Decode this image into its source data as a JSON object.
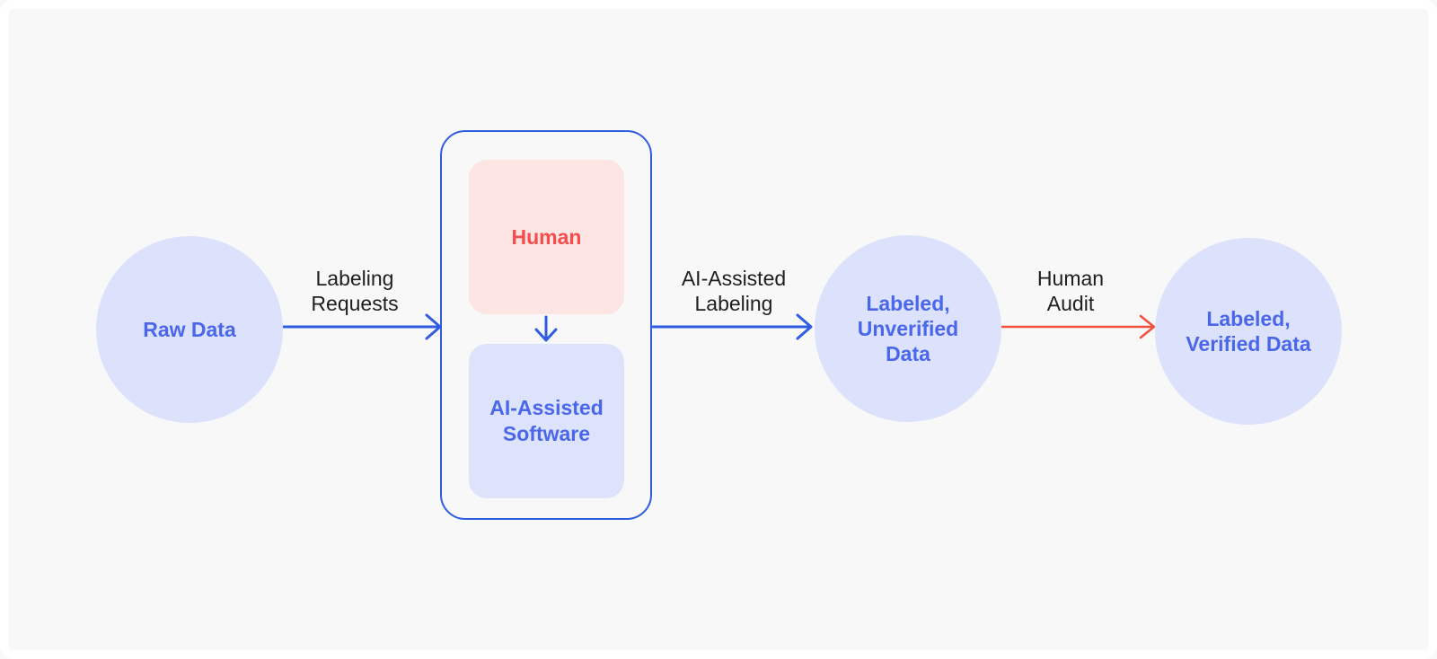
{
  "diagram": {
    "nodes": {
      "raw_data": {
        "label": "Raw Data"
      },
      "human": {
        "label": "Human"
      },
      "ai_software": {
        "label": [
          "AI-Assisted",
          "Software"
        ]
      },
      "labeled_unverified": {
        "label": [
          "Labeled,",
          "Unverified",
          "Data"
        ]
      },
      "labeled_verified": {
        "label": [
          "Labeled,",
          "Verified Data"
        ]
      }
    },
    "edges": {
      "labeling_requests": {
        "label": [
          "Labeling",
          "Requests"
        ]
      },
      "ai_assisted_labeling": {
        "label": [
          "AI-Assisted",
          "Labeling"
        ]
      },
      "human_audit": {
        "label": [
          "Human",
          "Audit"
        ]
      },
      "human_to_software": {
        "label": ""
      }
    },
    "colors": {
      "background": "#f8f8f8",
      "frame": "#ffffff",
      "circle_fill": "#dce2fb",
      "pink_box_fill": "#fce5e3",
      "blue_box_fill": "#dee3fc",
      "blue_text": "#4a67ec",
      "red_text": "#f64c4c",
      "blue_arrow": "#2f5ce0",
      "red_arrow": "#f0503e",
      "container_border": "#2f5ce0",
      "edge_label_text": "#1e1e1e"
    }
  }
}
